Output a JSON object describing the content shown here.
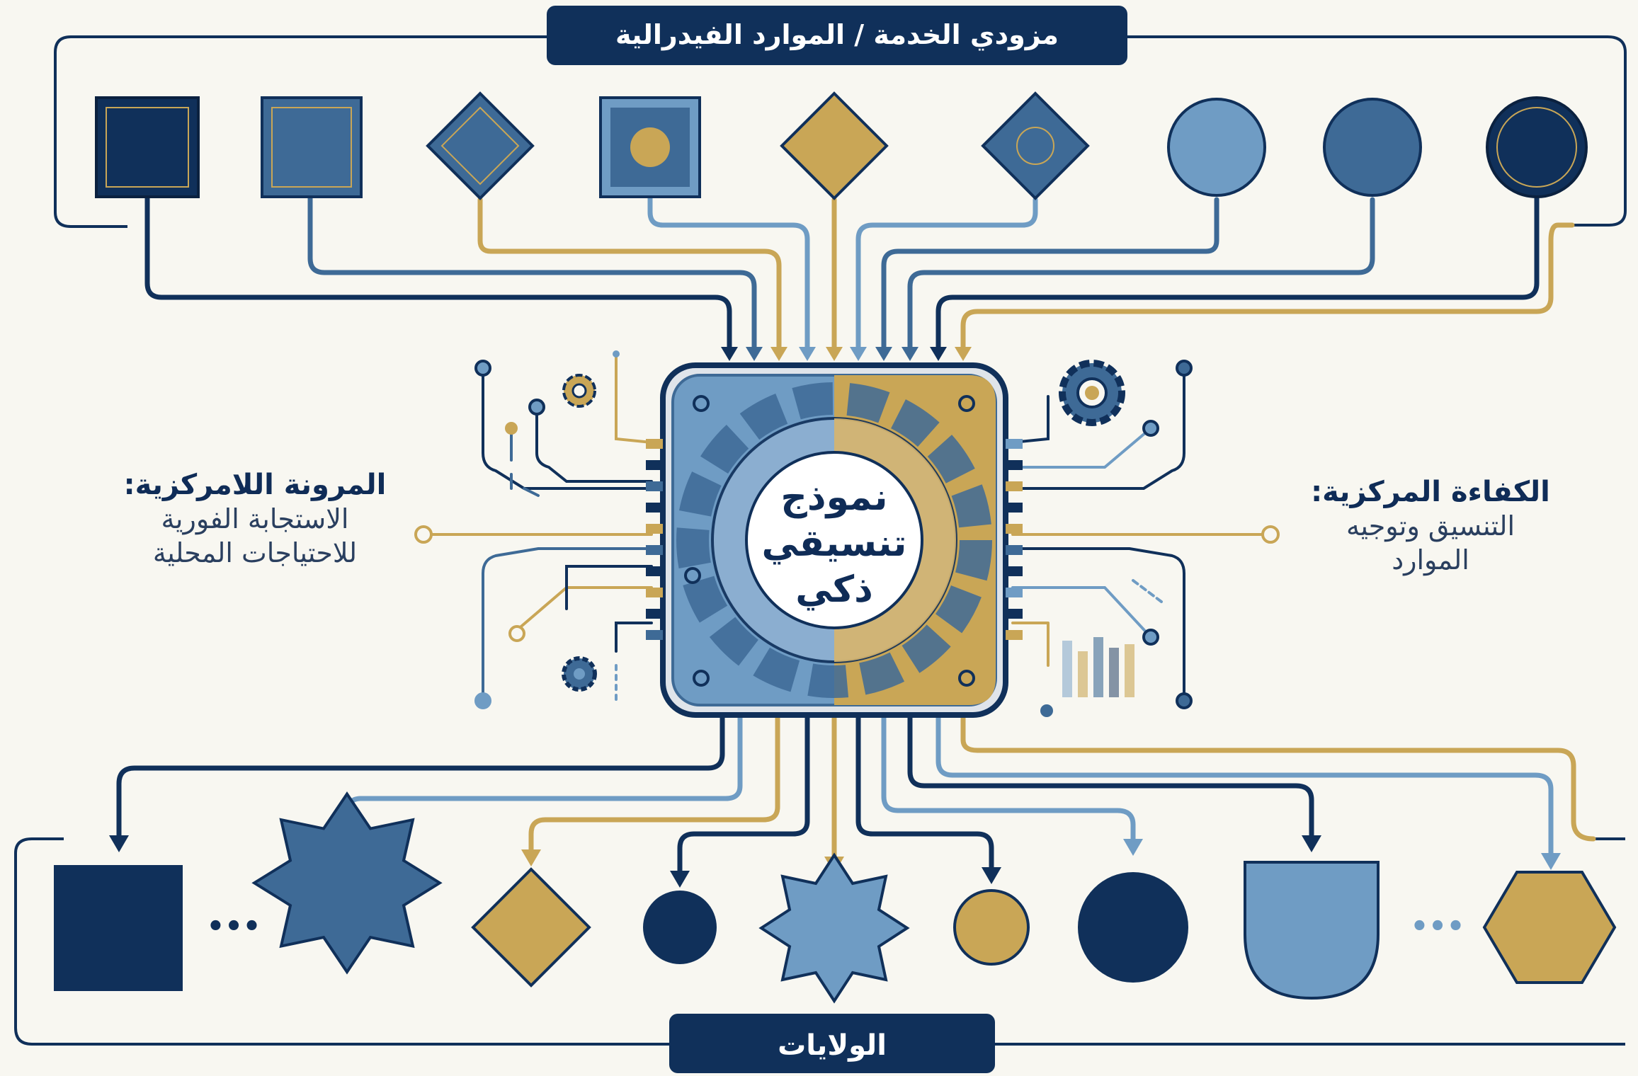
{
  "diagram": {
    "top_group_title": "مزودي الخدمة / الموارد الفيدرالية",
    "bottom_group_title": "الولايات",
    "center_title_lines": [
      "نموذج",
      "تنسيقي",
      "ذكي"
    ],
    "right_label": {
      "heading": "الكفاءة المركزية:",
      "body_lines": [
        "التنسيق وتوجيه",
        "الموارد"
      ]
    },
    "left_label": {
      "heading": "المرونة اللامركزية:",
      "body_lines": [
        "الاستجابة الفورية",
        "للاحتياجات المحلية"
      ]
    },
    "ellipsis": "•••"
  },
  "colors": {
    "navy": "#10305a",
    "steel": "#3e6a96",
    "light_blue": "#6f9cc4",
    "gold": "#c9a656",
    "background": "#f8f7f1"
  },
  "top_nodes": [
    {
      "shape": "square-framed",
      "color": "navy"
    },
    {
      "shape": "square-framed",
      "color": "steel"
    },
    {
      "shape": "diamond-framed",
      "color": "steel"
    },
    {
      "shape": "square-with-dot",
      "color": "steel"
    },
    {
      "shape": "diamond",
      "color": "gold"
    },
    {
      "shape": "diamond-with-ring",
      "color": "steel"
    },
    {
      "shape": "circle",
      "color": "light_blue"
    },
    {
      "shape": "circle",
      "color": "steel"
    },
    {
      "shape": "circle-framed",
      "color": "navy"
    }
  ],
  "bottom_nodes": [
    {
      "shape": "square",
      "color": "navy"
    },
    {
      "shape": "octagram",
      "color": "steel"
    },
    {
      "shape": "diamond",
      "color": "gold"
    },
    {
      "shape": "circle",
      "color": "navy"
    },
    {
      "shape": "octagram",
      "color": "light_blue"
    },
    {
      "shape": "circle",
      "color": "gold"
    },
    {
      "shape": "circle",
      "color": "navy"
    },
    {
      "shape": "shield",
      "color": "light_blue"
    },
    {
      "shape": "hexagon",
      "color": "gold"
    }
  ]
}
